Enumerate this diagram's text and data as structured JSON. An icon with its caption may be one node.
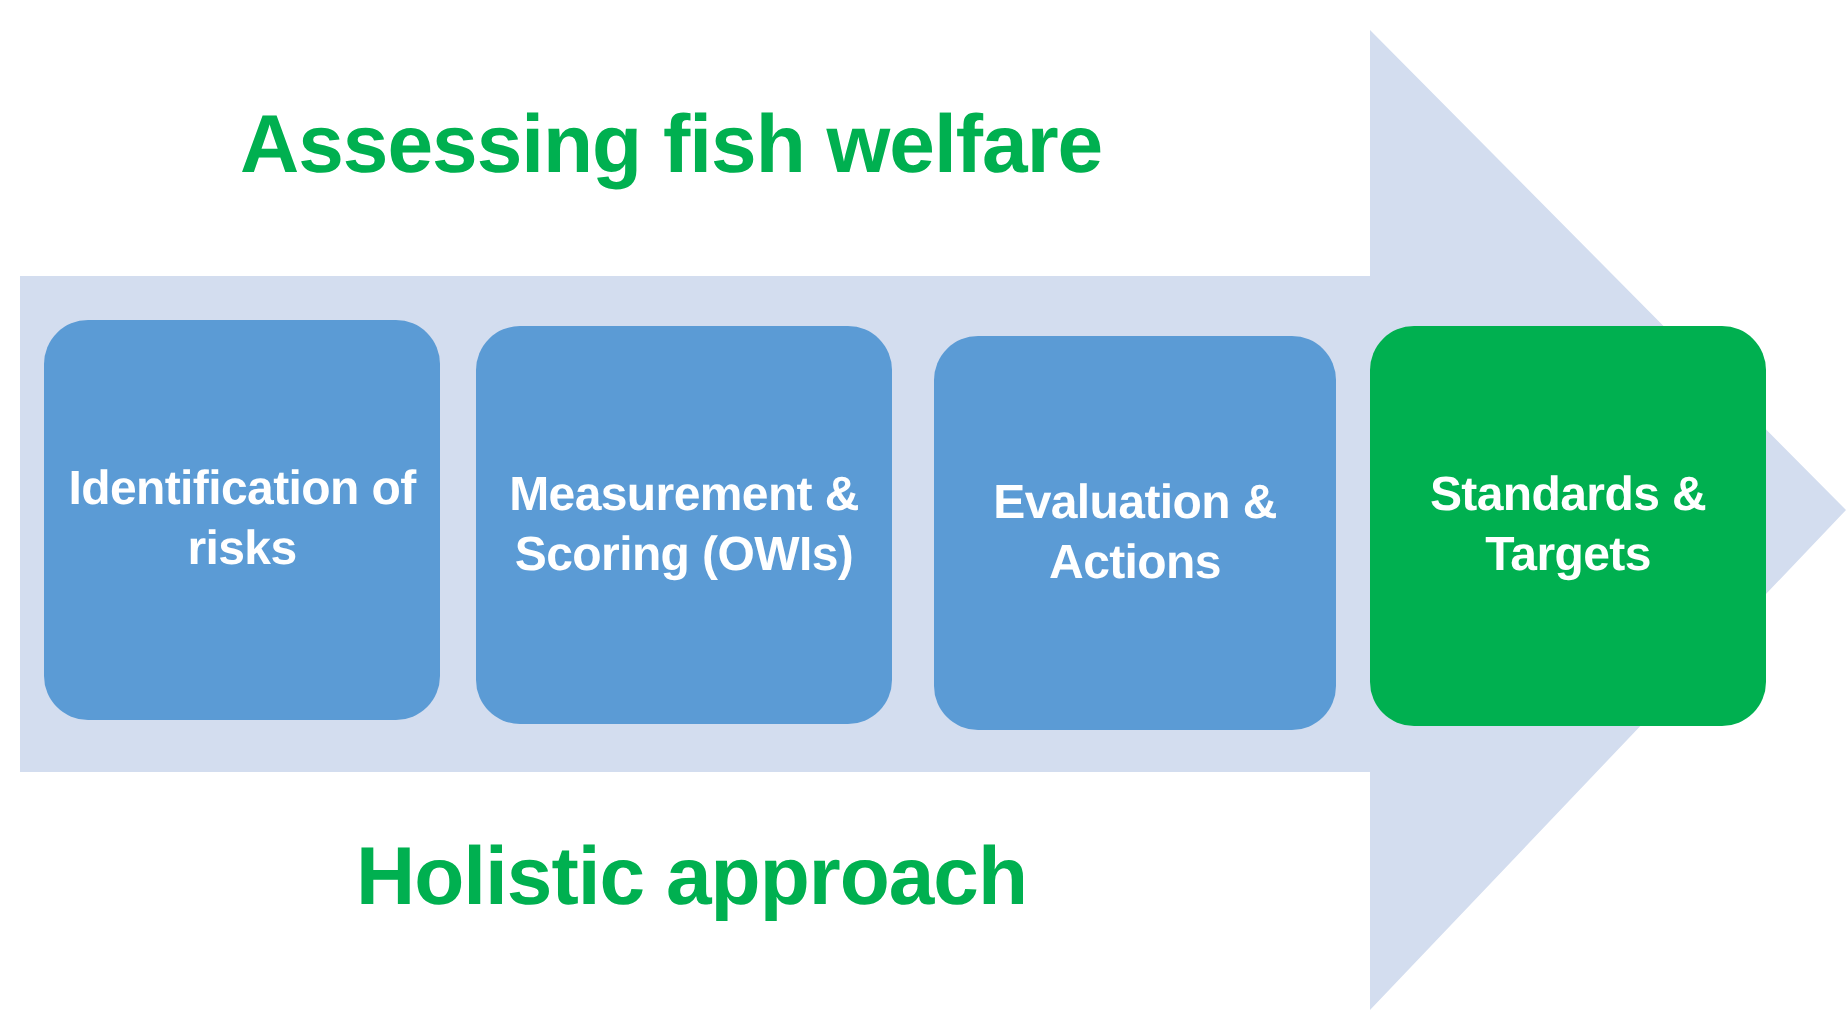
{
  "diagram": {
    "title": "Assessing fish welfare",
    "nodes": [
      {
        "text": [
          "Identification of risks"
        ]
      },
      {
        "text": [
          "Measurement & Scoring (OWIs)"
        ]
      },
      {
        "text": [
          "Evaluation & Actions"
        ]
      },
      {
        "text": [
          "Standards & Targets"
        ]
      }
    ],
    "labels": [
      "Holistic approach"
    ]
  }
}
